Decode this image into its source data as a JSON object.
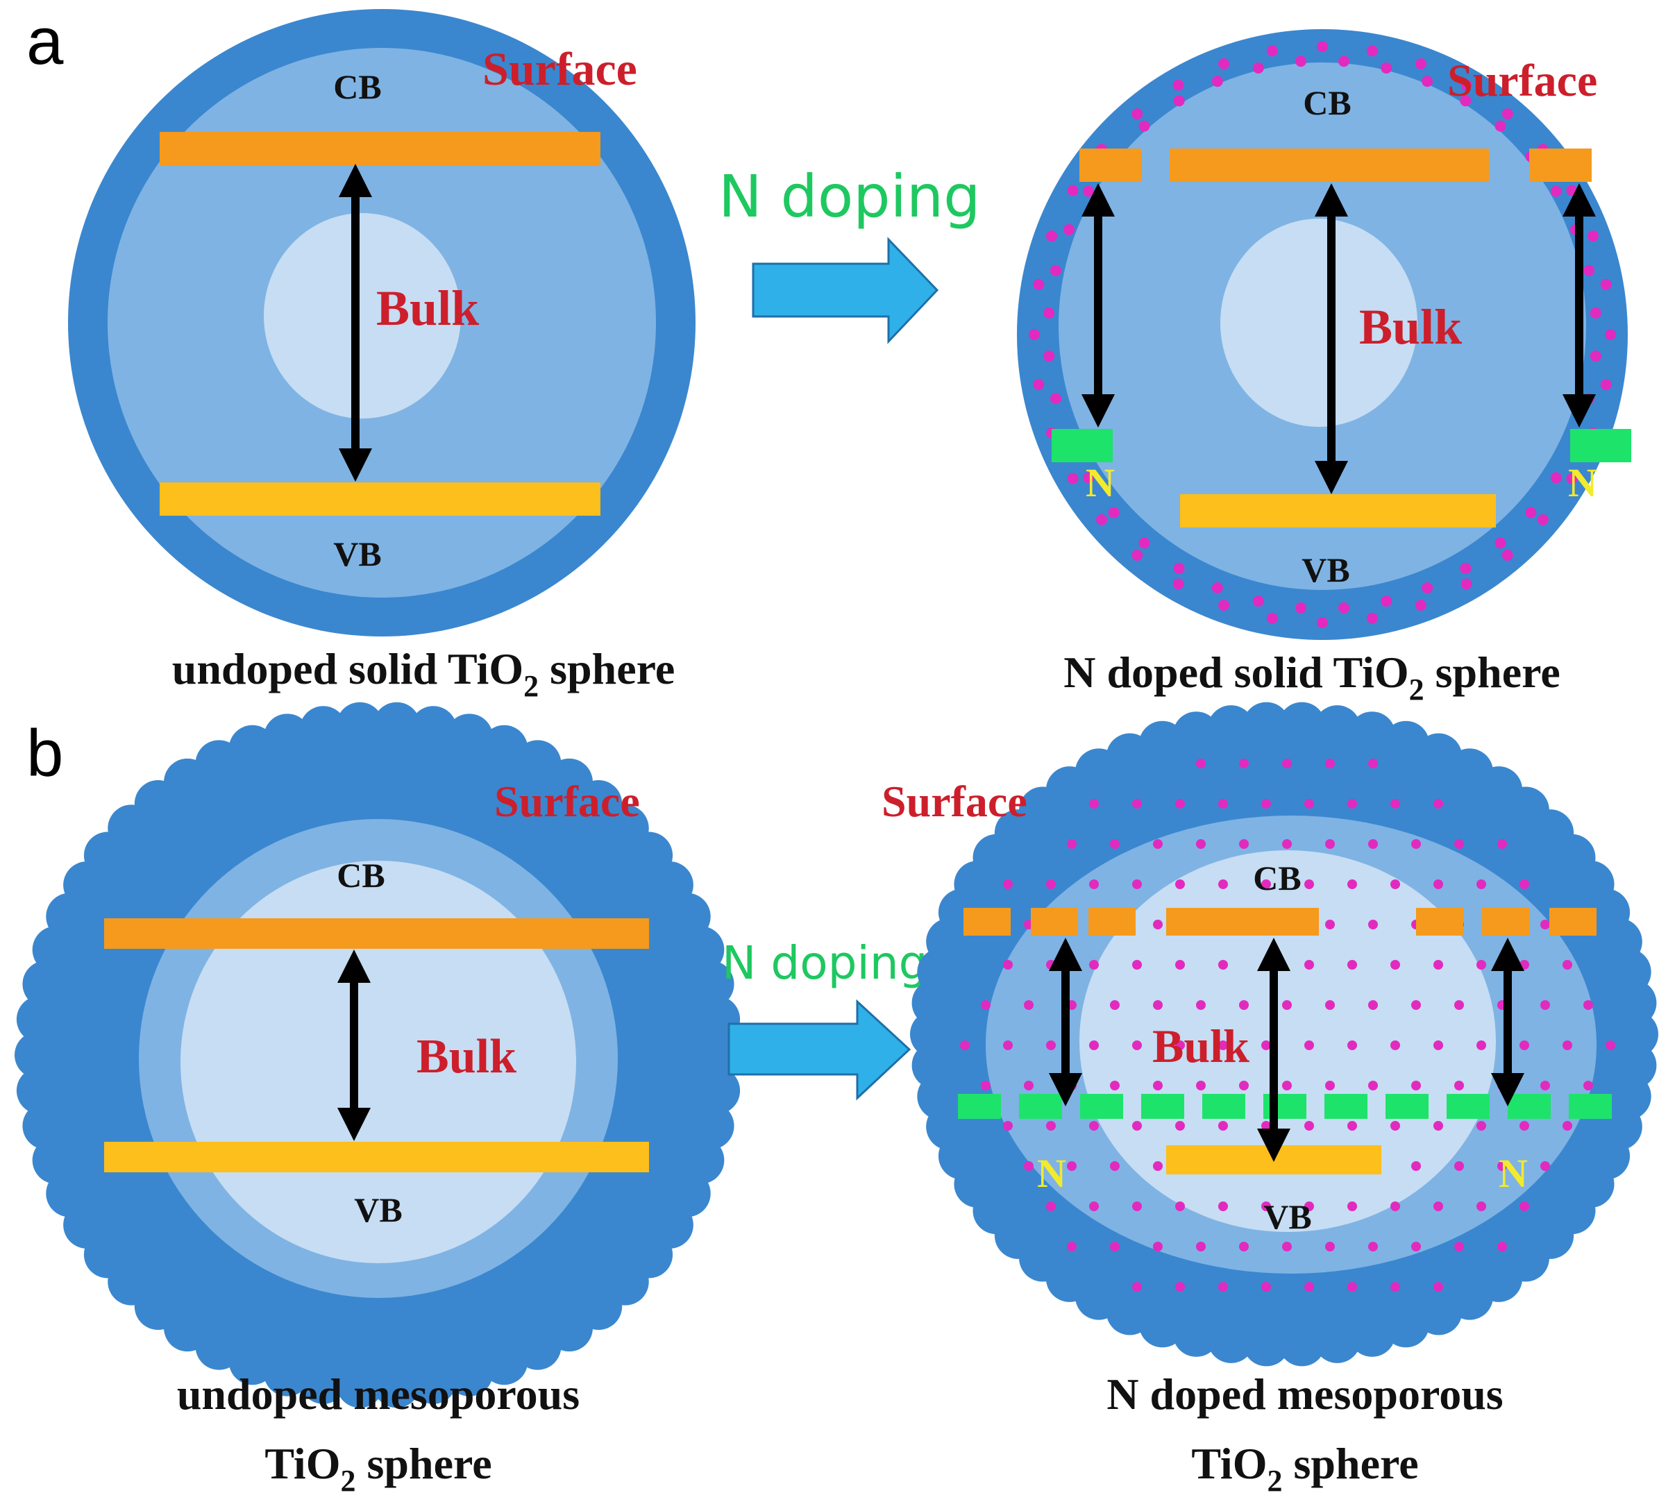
{
  "panels": {
    "a": "a",
    "b": "b"
  },
  "labels": {
    "cb": "CB",
    "vb": "VB",
    "surface": "Surface",
    "bulk": "Bulk",
    "n_doping": "N doping",
    "n": "N"
  },
  "captions": {
    "a_left_pre": "undoped solid TiO",
    "a_left_sub": "2",
    "a_left_post": " sphere",
    "a_right_pre": "N doped solid TiO",
    "a_right_sub": "2",
    "a_right_post": " sphere",
    "b_left_line1": "undoped mesoporous",
    "b_left_pre": "TiO",
    "b_left_sub": "2",
    "b_left_post": " sphere",
    "b_right_line1": "N doped mesoporous",
    "b_right_pre": "TiO",
    "b_right_sub": "2",
    "b_right_post": " sphere"
  },
  "colors": {
    "outer_shell": "#3a87cf",
    "middle_shell": "#7fb3e3",
    "core": "#c6ddf3",
    "cb_band": "#f59a1c",
    "vb_band": "#fdbf1b",
    "n_level": "#1ee36b",
    "dopant_dot": "#e22abf",
    "arrow": "#2fb0e8"
  }
}
